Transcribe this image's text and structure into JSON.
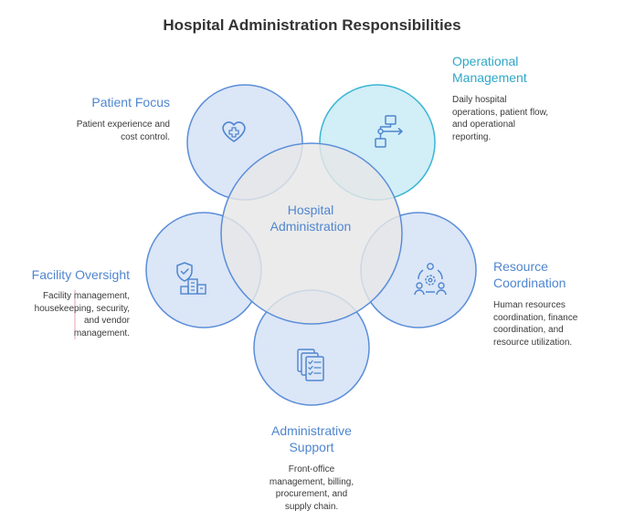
{
  "title": "Hospital Administration Responsibilities",
  "hub": {
    "label_line1": "Hospital",
    "label_line2": "Administration"
  },
  "nodes": {
    "patient_focus": {
      "label": "Patient Focus",
      "desc_lines": [
        "Patient experience and",
        "cost control."
      ],
      "icon": "heart-medical-icon"
    },
    "operational_management": {
      "label_lines": [
        "Operational",
        "Management"
      ],
      "desc_lines": [
        "Daily hospital",
        "operations, patient flow,",
        "and operational",
        "reporting."
      ],
      "icon": "workflow-icon"
    },
    "resource_coordination": {
      "label_lines": [
        "Resource",
        "Coordination"
      ],
      "desc_lines": [
        "Human resources",
        "coordination, finance",
        "coordination, and",
        "resource utilization."
      ],
      "icon": "team-settings-icon"
    },
    "administrative_support": {
      "label_lines": [
        "Administrative",
        "Support"
      ],
      "desc_lines": [
        "Front-office",
        "management, billing,",
        "procurement, and",
        "supply chain."
      ],
      "icon": "documents-checklist-icon"
    },
    "facility_oversight": {
      "label": "Facility Oversight",
      "desc_lines": [
        "Facility management,",
        "housekeeping, security,",
        "and vendor",
        "management."
      ],
      "icon": "building-shield-icon"
    }
  },
  "colors": {
    "circle_fill": "#dbe6f7",
    "circle_stroke": "#5b8ed8",
    "hub_fill": "#e5e5e5",
    "op_fill": "#d2eef7",
    "op_stroke": "#3bb5d4",
    "label_blue": "#4f86cf",
    "label_teal": "#2fa7c7"
  }
}
